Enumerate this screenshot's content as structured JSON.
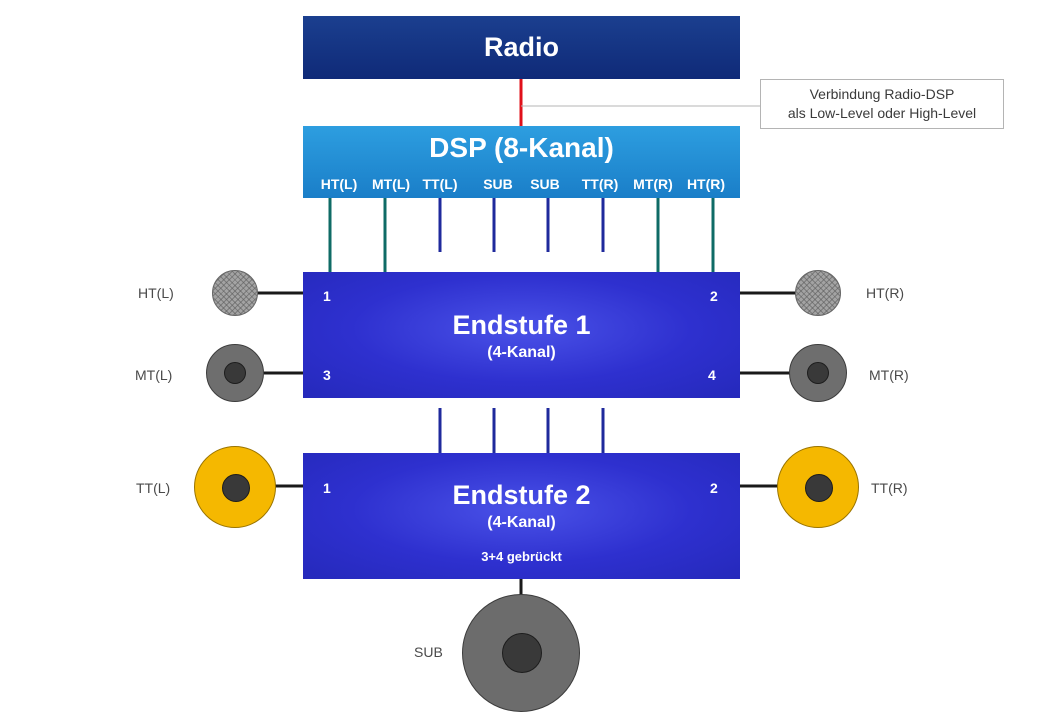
{
  "radio": {
    "label": "Radio"
  },
  "connection_note": {
    "line1": "Verbindung Radio-DSP",
    "line2": "als Low-Level oder High-Level"
  },
  "dsp": {
    "title": "DSP (8-Kanal)",
    "channels": [
      "HT(L)",
      "MT(L)",
      "TT(L)",
      "SUB",
      "SUB",
      "TT(R)",
      "MT(R)",
      "HT(R)"
    ]
  },
  "amp1": {
    "title": "Endstufe 1",
    "subtitle": "(4-Kanal)",
    "ch1": "1",
    "ch2": "2",
    "ch3": "3",
    "ch4": "4"
  },
  "amp2": {
    "title": "Endstufe 2",
    "subtitle": "(4-Kanal)",
    "note": "3+4 gebrückt",
    "ch1": "1",
    "ch2": "2"
  },
  "speakers": {
    "ht_left": "HT(L)",
    "ht_right": "HT(R)",
    "mt_left": "MT(L)",
    "mt_right": "MT(R)",
    "tt_left": "TT(L)",
    "tt_right": "TT(R)",
    "sub": "SUB"
  },
  "colors": {
    "radio": "#13338a",
    "dsp": "#2390d6",
    "amplifier": "#2e30cf",
    "radio_dsp_link": "#e0101a",
    "teal_wire": "#0f6b66",
    "blue_wire": "#1f2a9c",
    "tweeter_yellow": "#f5b800"
  }
}
